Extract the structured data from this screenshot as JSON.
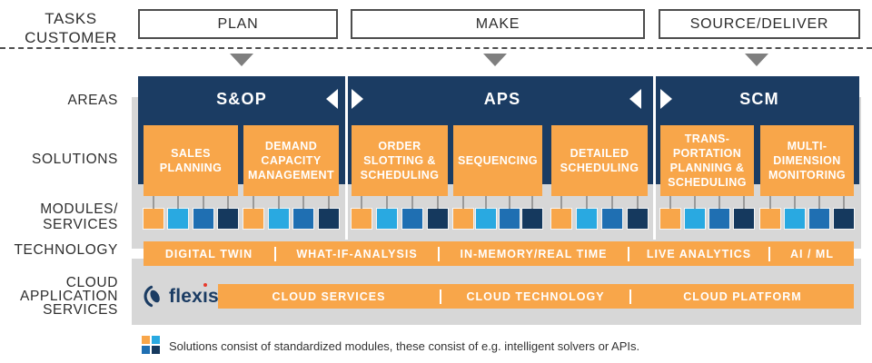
{
  "colors": {
    "navy": "#1B3C63",
    "orange": "#F8A64A",
    "light_blue": "#29A9E1",
    "mid_blue": "#1F6FB2",
    "dark_blue": "#15395E",
    "panel_gray": "#D7D7D7",
    "arrow_gray": "#7F7F7F",
    "accent_red": "#E8392B",
    "module_square_order": [
      "#F8A64A",
      "#29A9E1",
      "#1F6FB2",
      "#15395E"
    ]
  },
  "tasks_row": {
    "label": "TASKS\nCUSTOMER",
    "boxes": [
      {
        "label": "PLAN"
      },
      {
        "label": "MAKE"
      },
      {
        "label": "SOURCE/DELIVER"
      }
    ]
  },
  "areas_row": {
    "label": "AREAS",
    "sections": [
      {
        "title": "S&OP"
      },
      {
        "title": "APS"
      },
      {
        "title": "SCM"
      }
    ]
  },
  "solutions_row": {
    "label": "SOLUTIONS",
    "boxes": [
      {
        "text": "SALES\nPLANNING"
      },
      {
        "text": "DEMAND\nCAPACITY\nMANAGEMENT"
      },
      {
        "text": "ORDER\nSLOTTING &\nSCHEDULING"
      },
      {
        "text": "SEQUENCING"
      },
      {
        "text": "DETAILED\nSCHEDULING"
      },
      {
        "text": "TRANS-\nPORTATION\nPLANNING &\nSCHEDULING"
      },
      {
        "text": "MULTI-\nDIMENSION\nMONITORING"
      }
    ]
  },
  "modules_row": {
    "label": "MODULES/\nSERVICES"
  },
  "technology_row": {
    "label": "TECHNOLOGY",
    "segments": [
      {
        "label": "DIGITAL TWIN"
      },
      {
        "label": "WHAT-IF-ANALYSIS"
      },
      {
        "label": "IN-MEMORY/REAL TIME"
      },
      {
        "label": "LIVE ANALYTICS"
      },
      {
        "label": "AI / ML"
      }
    ]
  },
  "cloud_row": {
    "label": "CLOUD\nAPPLICATION\nSERVICES",
    "brand": {
      "name": "flexis",
      "wm_pre": "flex",
      "wm_i": "ı",
      "wm_post": "s"
    },
    "segments": [
      {
        "label": "CLOUD SERVICES"
      },
      {
        "label": "CLOUD TECHNOLOGY"
      },
      {
        "label": "CLOUD PLATFORM"
      }
    ]
  },
  "footnote": {
    "text": "Solutions consist of standardized modules, these consist of e.g. intelligent solvers or APIs."
  }
}
